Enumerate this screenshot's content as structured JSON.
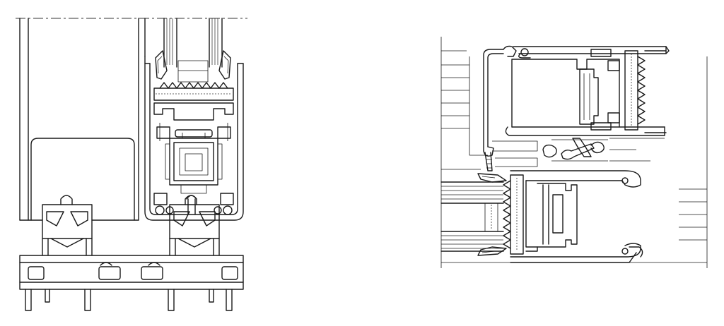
{
  "drawing": {
    "stroke_color": "#1a1a1a",
    "background": "#ffffff",
    "views": [
      {
        "id": "left",
        "kind": "vertical-section"
      },
      {
        "id": "right",
        "kind": "horizontal-section"
      }
    ]
  }
}
